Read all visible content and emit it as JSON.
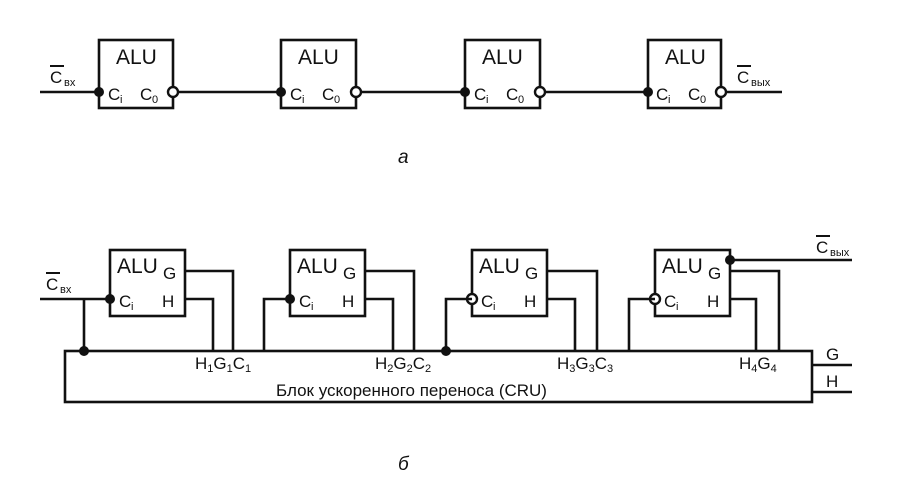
{
  "diagram_a": {
    "caption": "а",
    "input_label": "C",
    "input_sub": "вх",
    "output_label": "C",
    "output_sub": "вых",
    "alu_blocks": [
      {
        "title": "ALU",
        "ci": "C",
        "ci_sub": "i",
        "co": "C",
        "co_sub": "0"
      },
      {
        "title": "ALU",
        "ci": "C",
        "ci_sub": "i",
        "co": "C",
        "co_sub": "0"
      },
      {
        "title": "ALU",
        "ci": "C",
        "ci_sub": "i",
        "co": "C",
        "co_sub": "0"
      },
      {
        "title": "ALU",
        "ci": "C",
        "ci_sub": "i",
        "co": "C",
        "co_sub": "0"
      }
    ]
  },
  "diagram_b": {
    "caption": "б",
    "input_label": "C",
    "input_sub": "вх",
    "output_label": "C",
    "output_sub": "вых",
    "alu_blocks": [
      {
        "title": "ALU",
        "g": "G",
        "h": "H",
        "ci": "C",
        "ci_sub": "i"
      },
      {
        "title": "ALU",
        "g": "G",
        "h": "H",
        "ci": "C",
        "ci_sub": "i"
      },
      {
        "title": "ALU",
        "g": "G",
        "h": "H",
        "ci": "C",
        "ci_sub": "i"
      },
      {
        "title": "ALU",
        "g": "G",
        "h": "H",
        "ci": "C",
        "ci_sub": "i"
      }
    ],
    "cru": {
      "label": "Блок ускоренного переноса (CRU)",
      "ports": [
        {
          "h": "H",
          "h_sub": "1",
          "g": "G",
          "g_sub": "1",
          "c": "C",
          "c_sub": "1"
        },
        {
          "h": "H",
          "h_sub": "2",
          "g": "G",
          "g_sub": "2",
          "c": "C",
          "c_sub": "2"
        },
        {
          "h": "H",
          "h_sub": "3",
          "g": "G",
          "g_sub": "3",
          "c": "C",
          "c_sub": "3"
        },
        {
          "h": "H",
          "h_sub": "4",
          "g": "G",
          "g_sub": "4",
          "c": "",
          "c_sub": ""
        }
      ],
      "out_g": "G",
      "out_h": "H"
    }
  }
}
